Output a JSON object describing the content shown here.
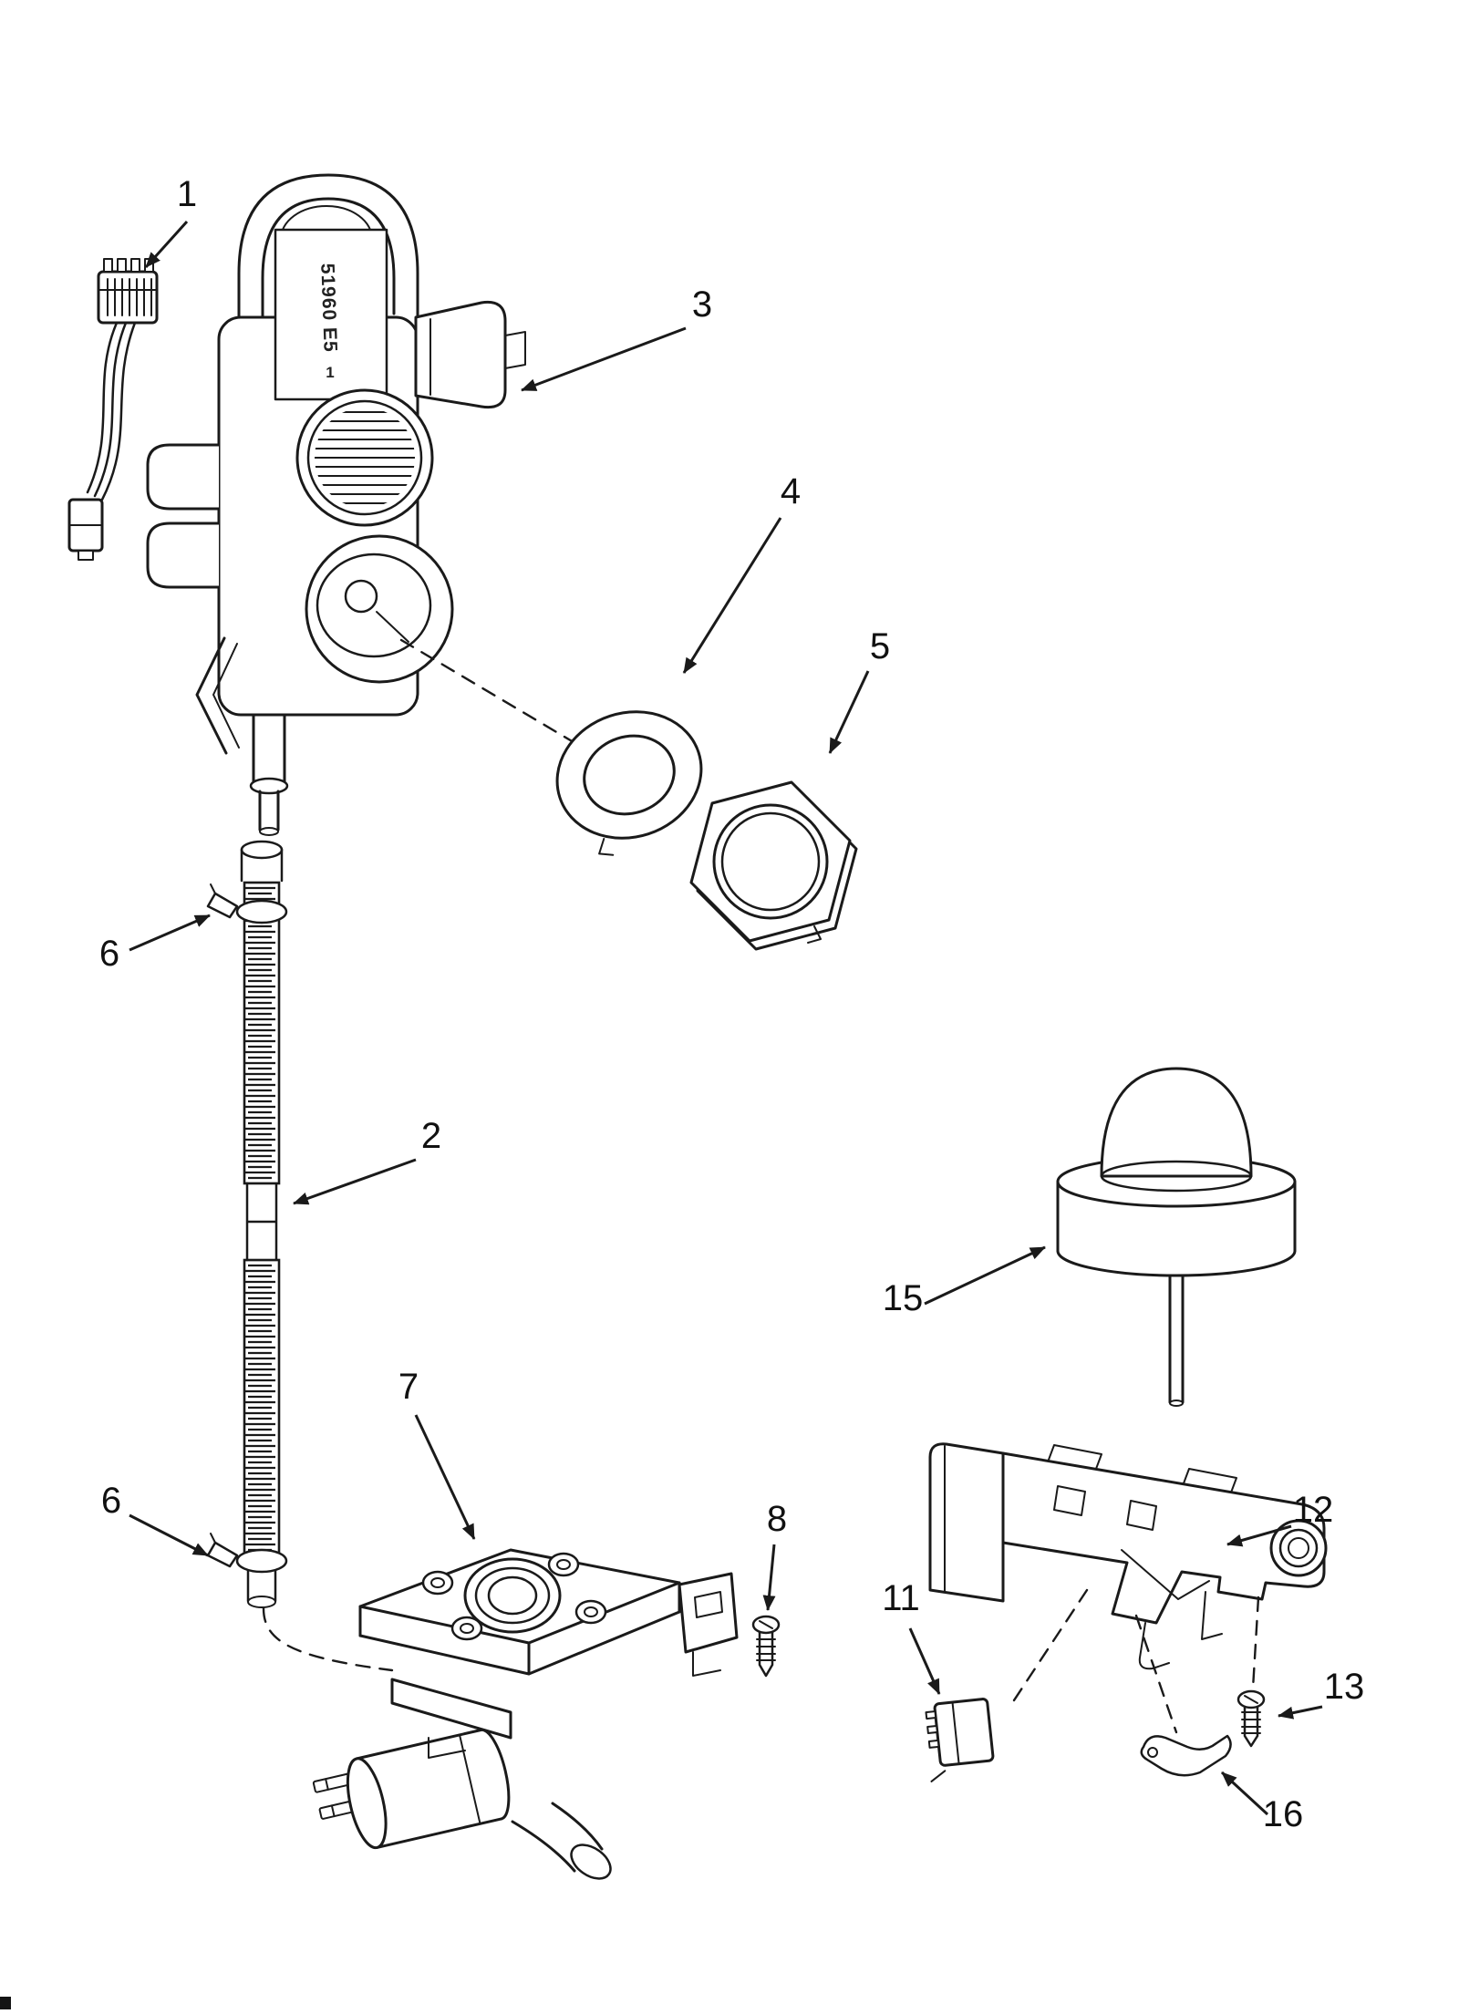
{
  "page": {
    "background": "#ffffff",
    "line_color": "#1a1a1a"
  },
  "figure": {
    "kind": "exploded-parts-line-diagram"
  },
  "part_label": {
    "line1": "51960 E5",
    "line2": "1"
  },
  "callouts": [
    {
      "label": "1"
    },
    {
      "label": "2"
    },
    {
      "label": "3"
    },
    {
      "label": "4"
    },
    {
      "label": "5"
    },
    {
      "label": "6"
    },
    {
      "label": "6"
    },
    {
      "label": "7"
    },
    {
      "label": "8"
    },
    {
      "label": "11"
    },
    {
      "label": "12"
    },
    {
      "label": "13"
    },
    {
      "label": "15"
    },
    {
      "label": "16"
    }
  ]
}
